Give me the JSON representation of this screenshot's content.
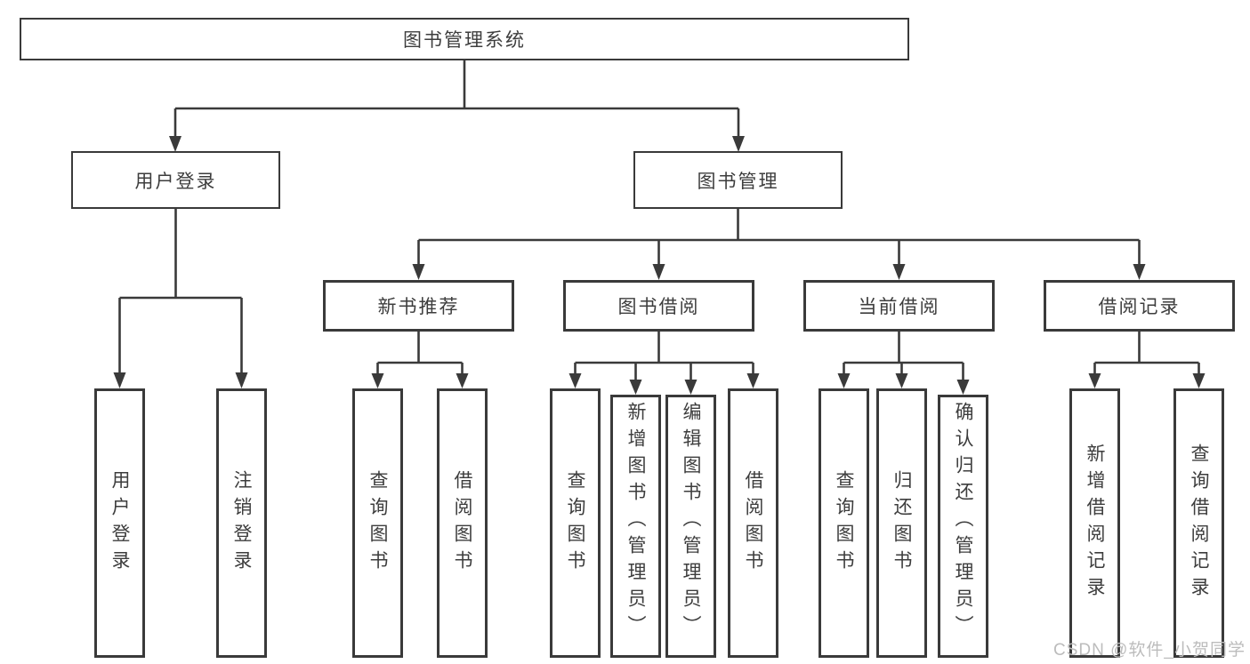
{
  "structure": {
    "root": "图书管理系统",
    "children": [
      {
        "label": "用户登录",
        "children": [
          "用户登录",
          "注销登录"
        ]
      },
      {
        "label": "图书管理",
        "children": [
          {
            "label": "新书推荐",
            "children": [
              "查询图书",
              "借阅图书"
            ]
          },
          {
            "label": "图书借阅",
            "children": [
              "查询图书",
              "新增图书（管理员）",
              "编辑图书（管理员）",
              "借阅图书"
            ]
          },
          {
            "label": "当前借阅",
            "children": [
              "查询图书",
              "归还图书",
              "确认归还（管理员）"
            ]
          },
          {
            "label": "借阅记录",
            "children": [
              "新增借阅记录",
              "查询借阅记录"
            ]
          }
        ]
      }
    ]
  },
  "watermark": "CSDN @软件_小贺同学",
  "colors": {
    "line": "#3a3a3a",
    "text": "#3d3d3d",
    "watermark": "#bcbcbc",
    "background": "#ffffff"
  }
}
